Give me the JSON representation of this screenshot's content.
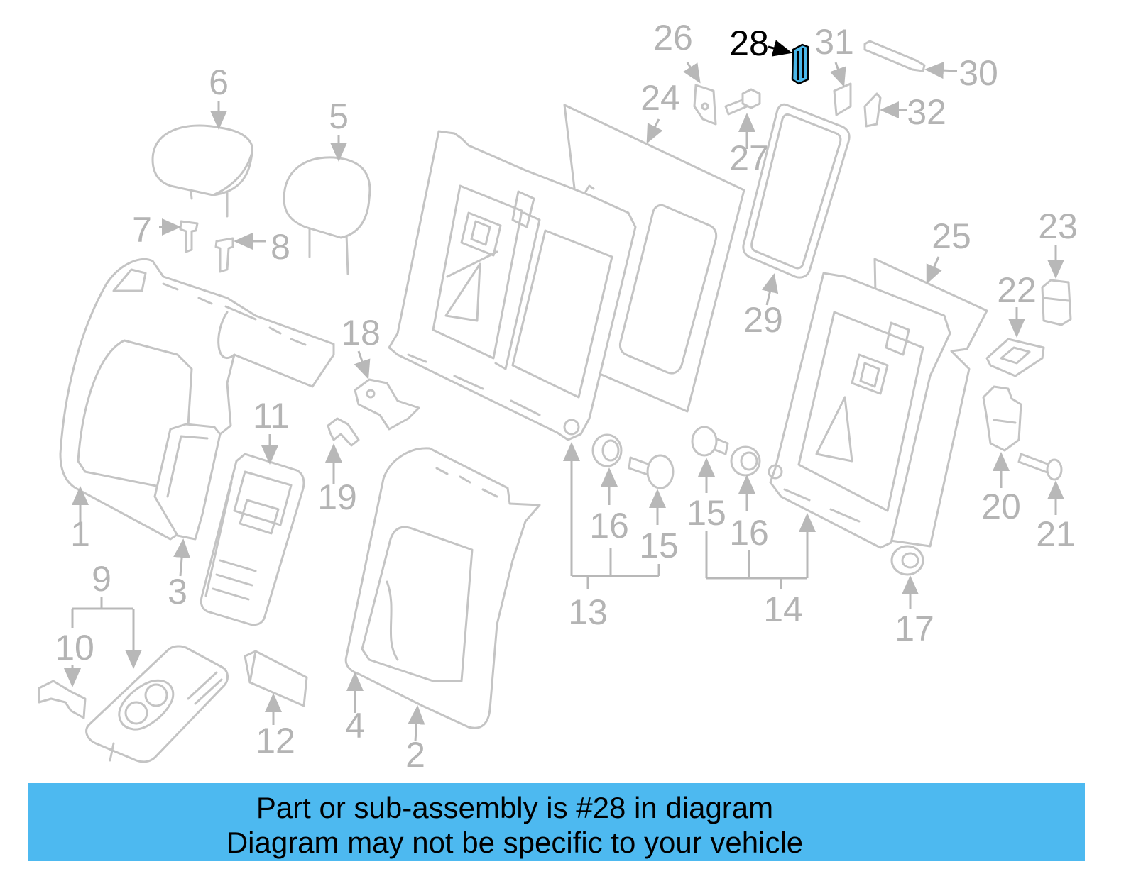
{
  "diagram": {
    "highlighted_part": "28",
    "callouts": [
      "26",
      "31",
      "30",
      "24",
      "6",
      "5",
      "27",
      "32",
      "7",
      "8",
      "25",
      "23",
      "22",
      "29",
      "18",
      "11",
      "19",
      "1",
      "3",
      "16",
      "15",
      "15",
      "16",
      "20",
      "21",
      "9",
      "13",
      "14",
      "17",
      "10",
      "12",
      "4",
      "2"
    ],
    "colors": {
      "line": "#c4c4c4",
      "label": "#b4b4b4",
      "highlight_fill": "#4cb8ea",
      "highlight_label": "#000000"
    }
  },
  "banner": {
    "line1": "Part or sub-assembly is #28 in diagram",
    "line2": "Diagram may not be specific to your vehicle",
    "background": "#4db9f0"
  }
}
